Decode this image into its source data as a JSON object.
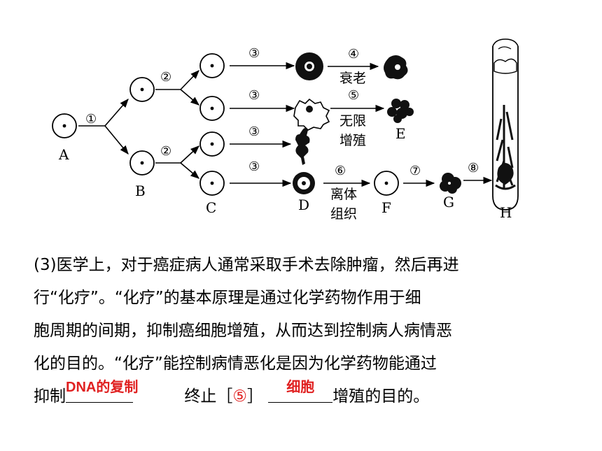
{
  "diagram": {
    "labels": {
      "A": "A",
      "B": "B",
      "C": "C",
      "D": "D",
      "E": "E",
      "F": "F",
      "G": "G",
      "H": "H"
    },
    "steps": {
      "s1": "①",
      "s2": "②",
      "s3": "③",
      "s4": "④",
      "s5": "⑤",
      "s6": "⑥",
      "s7": "⑦",
      "s8": "⑧"
    },
    "words": {
      "aging": "衰老",
      "unlimited_1": "无限",
      "unlimited_2": "增殖",
      "isolated_1": "离体",
      "isolated_2": "组织"
    }
  },
  "question": {
    "line1": "(3)医学上，对于癌症病人通常采取手术去除肿瘤，然后再进",
    "line2": "行“化疗”。“化疗”的基本原理是通过化学药物作用于细",
    "line3": "胞周期的间期，抑制癌细胞增殖，从而达到控制病人病情恶",
    "line4": "化的目的。“化疗”能控制病情恶化是因为化学药物能通过",
    "line5_a": "抑制",
    "line5_b": "终止［",
    "line5_bracket_num": "⑤",
    "line5_c": "］",
    "line5_d": "增殖的目的。",
    "answer1": "DNA的复制",
    "answer2": "细胞"
  }
}
